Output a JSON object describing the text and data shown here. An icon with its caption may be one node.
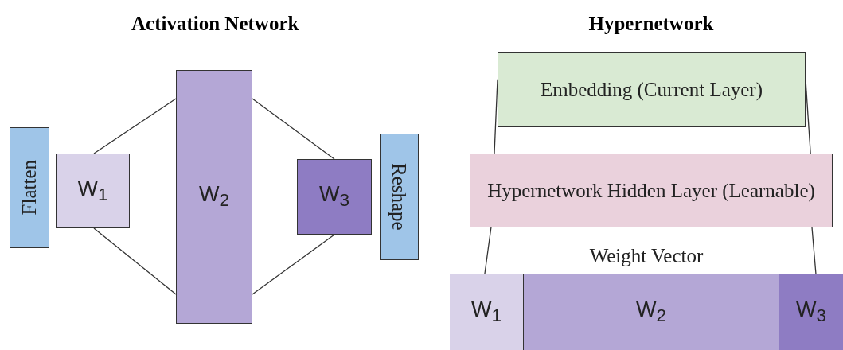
{
  "diagram": {
    "nodes": [
      {
        "text": [
          "Flatten"
        ]
      },
      {
        "text": [
          "W$_{1}$"
        ]
      },
      {
        "text": [
          "W$_{2}$"
        ]
      },
      {
        "text": [
          "W$_{3}$"
        ]
      },
      {
        "text": [
          "Reshape"
        ]
      },
      {
        "text": [
          "Embedding (Current Layer)"
        ]
      },
      {
        "text": [
          "Hypernetwork Hidden Layer (Learnable)"
        ]
      },
      {
        "text": [
          "Weight Vector"
        ]
      },
      {
        "text": [
          "W$_{1}$"
        ],
        "in": 7
      },
      {
        "text": [
          "W$_{2}$"
        ],
        "in": 7
      },
      {
        "text": [
          "W$_{3}$"
        ],
        "in": 7
      }
    ],
    "edges": [
      {
        "from": 1,
        "to": 2,
        "arrow": "none"
      },
      {
        "from": 1,
        "to": 2,
        "arrow": "none"
      },
      {
        "from": 2,
        "to": 3,
        "arrow": "none"
      },
      {
        "from": 2,
        "to": 3,
        "arrow": "none"
      },
      {
        "from": 5,
        "to": 6,
        "arrow": "none"
      },
      {
        "from": 5,
        "to": 6,
        "arrow": "none"
      },
      {
        "from": 6,
        "to": 7,
        "arrow": "none"
      },
      {
        "from": 6,
        "to": 7,
        "arrow": "none"
      }
    ],
    "labels": [
      "Activation Network",
      "Hypernetwork"
    ]
  }
}
